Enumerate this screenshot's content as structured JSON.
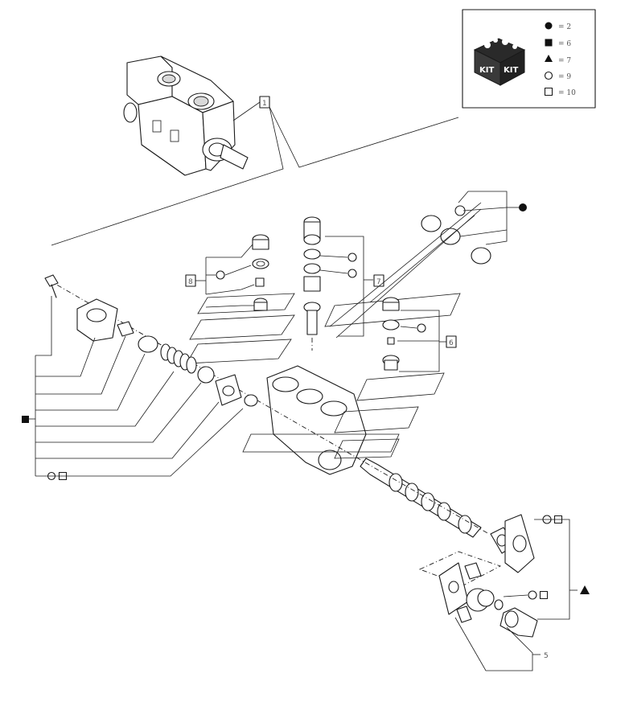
{
  "legend": {
    "kit_label": "KIT",
    "items": [
      {
        "symbol": "filled-circle",
        "text": "= 2"
      },
      {
        "symbol": "filled-square",
        "text": "= 6"
      },
      {
        "symbol": "filled-triangle",
        "text": "= 7"
      },
      {
        "symbol": "open-circle",
        "text": "= 9"
      },
      {
        "symbol": "open-square",
        "text": "= 10"
      }
    ]
  },
  "callouts": {
    "valve_section": "1",
    "left_plug": "8",
    "center_plug": "7",
    "right_plug": "6",
    "lever_screw": "5"
  },
  "colors": {
    "line": "#1a1a1a",
    "label": "#555555",
    "kit_box": "#2a2a2a"
  }
}
